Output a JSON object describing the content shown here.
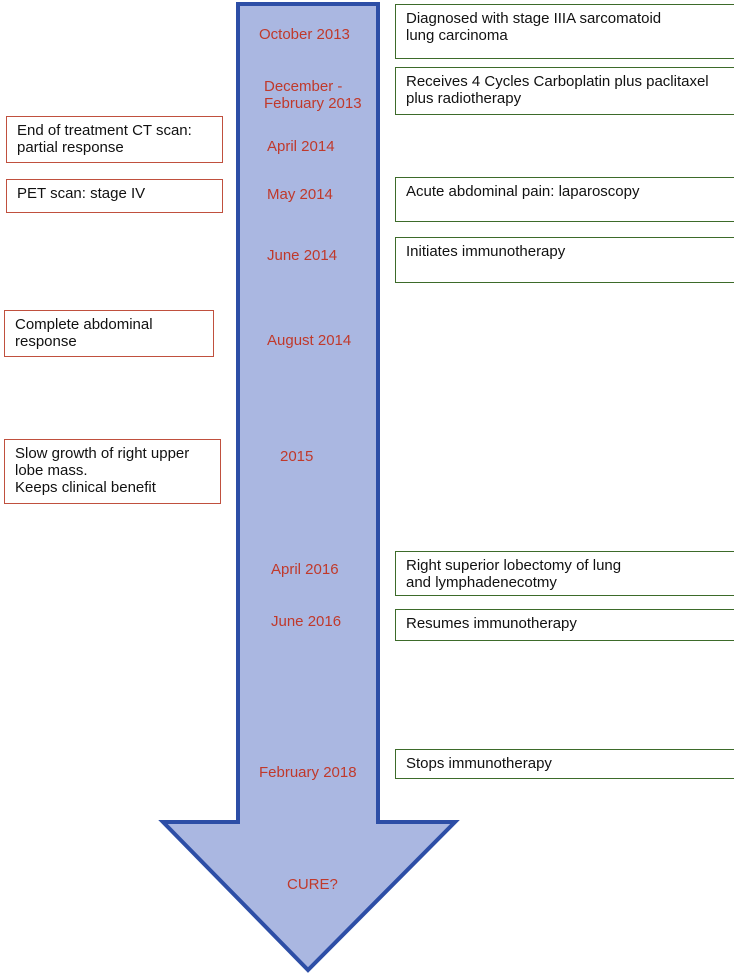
{
  "colors": {
    "arrow_fill": "#aab7e1",
    "arrow_stroke": "#2d4ea6",
    "date_text": "#c0392b",
    "event_box_border": "#3d6b2a",
    "finding_box_border": "#c0503e"
  },
  "timeline": {
    "dates": [
      [
        "October 2013"
      ],
      [
        "December -",
        "February 2013"
      ],
      [
        "April 2014"
      ],
      [
        "May 2014"
      ],
      [
        "June 2014"
      ],
      [
        "August 2014"
      ],
      [
        "2015"
      ],
      [
        "April 2016"
      ],
      [
        "June 2016"
      ],
      [
        "February 2018"
      ],
      [
        "CURE?"
      ]
    ],
    "events": [
      [
        "Diagnosed with stage IIIA sarcomatoid",
        "lung carcinoma"
      ],
      [
        "Receives 4 Cycles Carboplatin plus paclitaxel",
        "plus radiotherapy"
      ],
      [
        "Acute abdominal pain: laparoscopy"
      ],
      [
        "Initiates immunotherapy"
      ],
      [
        "Right superior lobectomy of lung",
        "and lymphadenecotmy"
      ],
      [
        "Resumes immunotherapy"
      ],
      [
        "Stops immunotherapy"
      ]
    ],
    "findings": [
      [
        "End of treatment CT scan:",
        "partial response"
      ],
      [
        "PET scan: stage IV"
      ],
      [
        "Complete abdominal",
        "response"
      ],
      [
        "Slow growth of right upper",
        "lobe mass.",
        "Keeps clinical benefit"
      ]
    ]
  }
}
